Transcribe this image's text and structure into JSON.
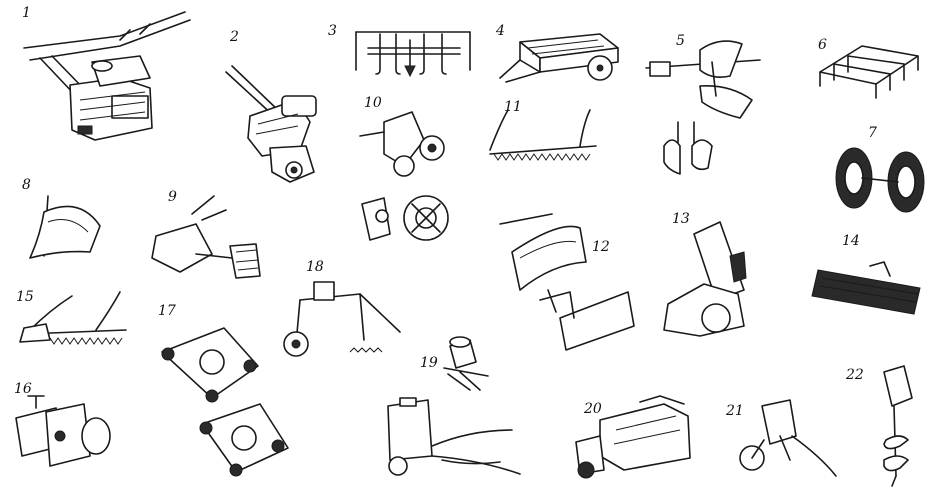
{
  "figure": {
    "labels": [
      "1",
      "2",
      "3",
      "4",
      "5",
      "6",
      "7",
      "8",
      "9",
      "10",
      "11",
      "12",
      "13",
      "14",
      "15",
      "16",
      "17",
      "18",
      "19",
      "20",
      "21",
      "22"
    ]
  }
}
